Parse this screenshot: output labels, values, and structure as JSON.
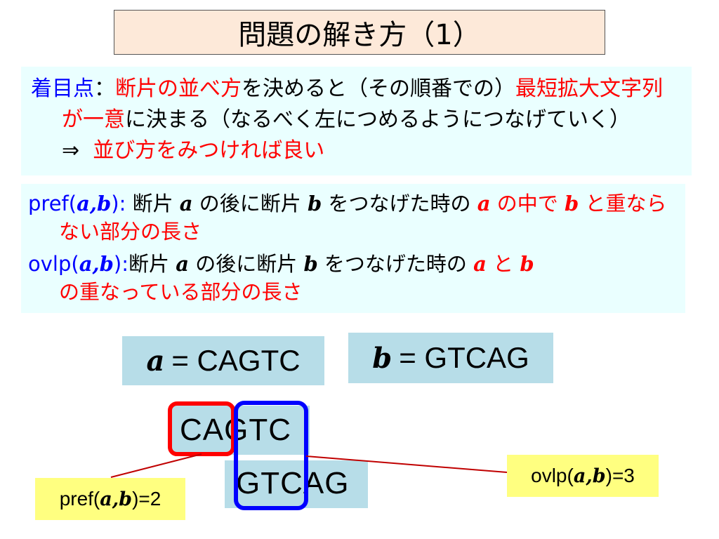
{
  "slide": {
    "title": "問題の解き方（1）",
    "paragraph1": {
      "label": "着目点",
      "colon": "：",
      "red1": "断片の並べ方",
      "text1": "を決めると（その順番での）",
      "red2": "最短拡大文字列が一意",
      "text2": "に決まる（なるべく左につめるようにつなげていく）⇒",
      "red3": "並び方をみつければ良い"
    },
    "definitions": {
      "pref": {
        "label": "pref(",
        "a": "a",
        "comma": ",",
        "b": "b",
        "close": ")",
        "colon": ": ",
        "t1": "断片 ",
        "t2": " の後に断片 ",
        "t3": " をつなげた時の ",
        "red_a": "a",
        "red_t": " の中で ",
        "red_b": "b",
        "red_end": " と重ならない部分の長さ"
      },
      "ovlp": {
        "label": "ovlp(",
        "a": "a",
        "comma": ",",
        "b": "b",
        "close": ")",
        "colon": ":",
        "t1": "断片 ",
        "t2": " の後に断片 ",
        "t3": " をつなげた時の ",
        "red_a": "a",
        "red_t": " と ",
        "red_b": "b",
        "red_end": "の重なっている部分の長さ"
      }
    },
    "seq_a": {
      "var": "a",
      "eq": "= CAGTC"
    },
    "seq_b": {
      "var": "b",
      "eq": "= GTCAG"
    },
    "alignment": {
      "top_prefix": "CA",
      "top_overlap": "GTC",
      "bottom_overlap": "GTC",
      "bottom_suffix": "AG"
    },
    "pref_label": {
      "pre": "pref(",
      "a": "a",
      "comma": ",",
      "b": "b",
      "post": ")=2"
    },
    "ovlp_label": {
      "pre": "ovlp(",
      "a": "a",
      "comma": ",",
      "b": "b",
      "post": ")=3"
    },
    "colors": {
      "red": "#ff0000",
      "blue": "#0000ff",
      "panel": "#eaffff",
      "seq_bg": "#b7dde8",
      "title_bg": "#fde9d9",
      "label_bg": "#ffff80"
    }
  }
}
